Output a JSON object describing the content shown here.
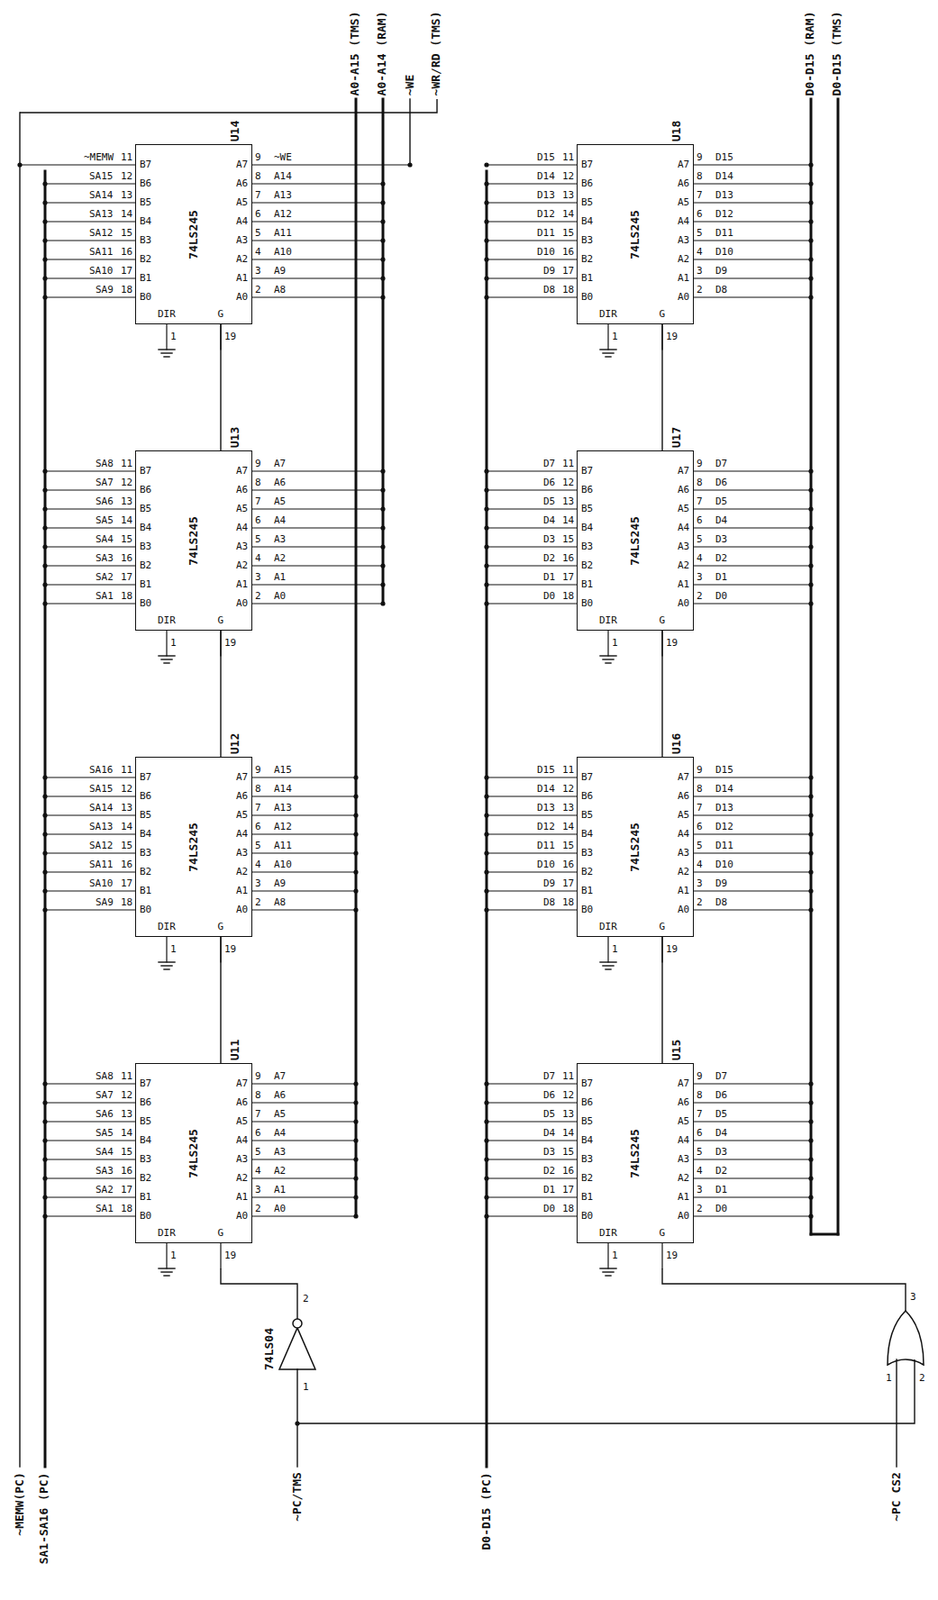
{
  "diagram": {
    "nodes": [
      {
        "text": [
          "U11",
          "74LS245"
        ]
      },
      {
        "text": [
          "U12",
          "74LS245"
        ]
      },
      {
        "text": [
          "U13",
          "74LS245"
        ]
      },
      {
        "text": [
          "U14",
          "74LS245"
        ]
      },
      {
        "text": [
          "U15",
          "74LS245"
        ]
      },
      {
        "text": [
          "U16",
          "74LS245"
        ]
      },
      {
        "text": [
          "U17",
          "74LS245"
        ]
      },
      {
        "text": [
          "U18",
          "74LS245"
        ]
      }
    ],
    "edges": [
      {
        "from": 0,
        "to": 1,
        "arrow": "none"
      },
      {
        "from": 1,
        "to": 2,
        "arrow": "none"
      },
      {
        "from": 2,
        "to": 3,
        "arrow": "none"
      },
      {
        "from": 4,
        "to": 5,
        "arrow": "none"
      },
      {
        "from": 5,
        "to": 6,
        "arrow": "none"
      },
      {
        "from": 6,
        "to": 7,
        "arrow": "none"
      }
    ],
    "labels": [
      "A0-A15 (TMS)",
      "~WR/RD (TMS)",
      "A0-A14 (RAM)",
      "~WE",
      "D0-D15 (TMS)",
      "D0-D15 (RAM)",
      "~MEMW(PC)",
      "SA1-SA16 (PC)",
      "~PC/TMS",
      "74LS04",
      "D0-D15 (PC)",
      "~PC CS2",
      "1",
      "2",
      "1",
      "2",
      "3",
      "B0",
      "B1",
      "B2",
      "B3",
      "B4",
      "B5",
      "B6",
      "B7",
      "A0",
      "A1",
      "A2",
      "A3",
      "A4",
      "A5",
      "A6",
      "A7",
      "DIR",
      "G",
      "18",
      "17",
      "16",
      "15",
      "14",
      "13",
      "12",
      "11",
      "2",
      "3",
      "4",
      "5",
      "6",
      "7",
      "8",
      "9",
      "1",
      "19",
      "SA1",
      "SA2",
      "SA3",
      "SA4",
      "SA5",
      "SA6",
      "SA7",
      "SA8",
      "A0",
      "A1",
      "A2",
      "A3",
      "A4",
      "A5",
      "A6",
      "A7",
      "B0",
      "B1",
      "B2",
      "B3",
      "B4",
      "B5",
      "B6",
      "B7",
      "A0",
      "A1",
      "A2",
      "A3",
      "A4",
      "A5",
      "A6",
      "A7",
      "DIR",
      "G",
      "18",
      "17",
      "16",
      "15",
      "14",
      "13",
      "12",
      "11",
      "2",
      "3",
      "4",
      "5",
      "6",
      "7",
      "8",
      "9",
      "1",
      "19",
      "SA9",
      "SA10",
      "SA11",
      "SA12",
      "SA13",
      "SA14",
      "SA15",
      "SA16",
      "A8",
      "A9",
      "A10",
      "A11",
      "A12",
      "A13",
      "A14",
      "A15",
      "B0",
      "B1",
      "B2",
      "B3",
      "B4",
      "B5",
      "B6",
      "B7",
      "A0",
      "A1",
      "A2",
      "A3",
      "A4",
      "A5",
      "A6",
      "A7",
      "DIR",
      "G",
      "18",
      "17",
      "16",
      "15",
      "14",
      "13",
      "12",
      "11",
      "2",
      "3",
      "4",
      "5",
      "6",
      "7",
      "8",
      "9",
      "1",
      "19",
      "SA1",
      "SA2",
      "SA3",
      "SA4",
      "SA5",
      "SA6",
      "SA7",
      "SA8",
      "A0",
      "A1",
      "A2",
      "A3",
      "A4",
      "A5",
      "A6",
      "A7",
      "B0",
      "B1",
      "B2",
      "B3",
      "B4",
      "B5",
      "B6",
      "B7",
      "A0",
      "A1",
      "A2",
      "A3",
      "A4",
      "A5",
      "A6",
      "A7",
      "DIR",
      "G",
      "18",
      "17",
      "16",
      "15",
      "14",
      "13",
      "12",
      "11",
      "2",
      "3",
      "4",
      "5",
      "6",
      "7",
      "8",
      "9",
      "1",
      "19",
      "SA9",
      "SA10",
      "SA11",
      "SA12",
      "SA13",
      "SA14",
      "SA15",
      "~MEMW",
      "A8",
      "A9",
      "A10",
      "A11",
      "A12",
      "A13",
      "A14",
      "~WE",
      "B0",
      "B1",
      "B2",
      "B3",
      "B4",
      "B5",
      "B6",
      "B7",
      "A0",
      "A1",
      "A2",
      "A3",
      "A4",
      "A5",
      "A6",
      "A7",
      "DIR",
      "G",
      "18",
      "17",
      "16",
      "15",
      "14",
      "13",
      "12",
      "11",
      "2",
      "3",
      "4",
      "5",
      "6",
      "7",
      "8",
      "9",
      "1",
      "19",
      "D0",
      "D1",
      "D2",
      "D3",
      "D4",
      "D5",
      "D6",
      "D7",
      "D0",
      "D1",
      "D2",
      "D3",
      "D4",
      "D5",
      "D6",
      "D7",
      "B0",
      "B1",
      "B2",
      "B3",
      "B4",
      "B5",
      "B6",
      "B7",
      "A0",
      "A1",
      "A2",
      "A3",
      "A4",
      "A5",
      "A6",
      "A7",
      "DIR",
      "G",
      "18",
      "17",
      "16",
      "15",
      "14",
      "13",
      "12",
      "11",
      "2",
      "3",
      "4",
      "5",
      "6",
      "7",
      "8",
      "9",
      "1",
      "19",
      "D8",
      "D9",
      "D10",
      "D11",
      "D12",
      "D13",
      "D14",
      "D15",
      "D8",
      "D9",
      "D10",
      "D11",
      "D12",
      "D13",
      "D14",
      "D15",
      "B0",
      "B1",
      "B2",
      "B3",
      "B4",
      "B5",
      "B6",
      "B7",
      "A0",
      "A1",
      "A2",
      "A3",
      "A4",
      "A5",
      "A6",
      "A7",
      "DIR",
      "G",
      "18",
      "17",
      "16",
      "15",
      "14",
      "13",
      "12",
      "11",
      "2",
      "3",
      "4",
      "5",
      "6",
      "7",
      "8",
      "9",
      "1",
      "19",
      "D0",
      "D1",
      "D2",
      "D3",
      "D4",
      "D5",
      "D6",
      "D7",
      "D0",
      "D1",
      "D2",
      "D3",
      "D4",
      "D5",
      "D6",
      "D7",
      "B0",
      "B1",
      "B2",
      "B3",
      "B4",
      "B5",
      "B6",
      "B7",
      "A0",
      "A1",
      "A2",
      "A3",
      "A4",
      "A5",
      "A6",
      "A7",
      "DIR",
      "G",
      "18",
      "17",
      "16",
      "15",
      "14",
      "13",
      "12",
      "11",
      "2",
      "3",
      "4",
      "5",
      "6",
      "7",
      "8",
      "9",
      "1",
      "19",
      "D8",
      "D9",
      "D10",
      "D11",
      "D12",
      "D13",
      "D14",
      "D15",
      "D8",
      "D9",
      "D10",
      "D11",
      "D12",
      "D13",
      "D14",
      "D15"
    ]
  }
}
